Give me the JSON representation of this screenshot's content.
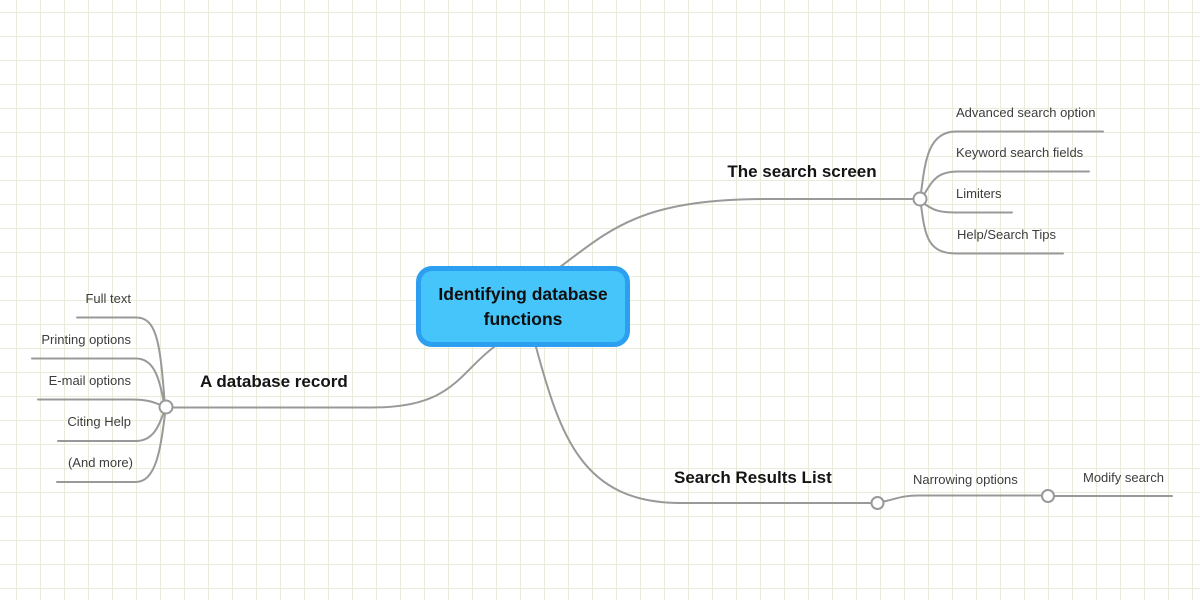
{
  "root": {
    "label": "Identifying database functions"
  },
  "branches": {
    "search_screen": {
      "label": "The search screen",
      "children": [
        "Advanced search option",
        "Keyword search fields",
        "Limiters",
        "Help/Search Tips"
      ]
    },
    "database_record": {
      "label": "A database record",
      "children": [
        "Full text",
        "Printing options",
        "E-mail options",
        "Citing Help",
        "(And more)"
      ]
    },
    "results_list": {
      "label": "Search Results List",
      "children": [
        "Narrowing options"
      ],
      "grandchildren": [
        "Modify search"
      ]
    }
  },
  "colors": {
    "root_fill": "#45c5fa",
    "root_border": "#2d9ff0",
    "connector": "#999999",
    "grid_line": "#e9ecd9",
    "branch_text": "#141414",
    "child_text": "#3d3d3d"
  }
}
